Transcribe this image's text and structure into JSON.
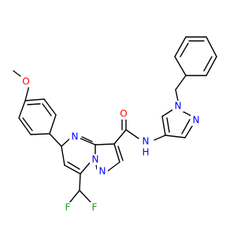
{
  "molecule": {
    "atom_labels": {
      "N_pz1": "N",
      "N_pz2": "N",
      "N_amide": "N",
      "H_amide": "H",
      "O_carbonyl": "O",
      "N_pyrim": "N",
      "N_bridge": "N",
      "N_pyrazolo": "N",
      "O_methoxy": "O",
      "F_left": "F",
      "F_right": "F"
    },
    "colors": {
      "N": "#0000ff",
      "O": "#ff0000",
      "F": "#1a9e1a",
      "bond": "#000000"
    }
  }
}
